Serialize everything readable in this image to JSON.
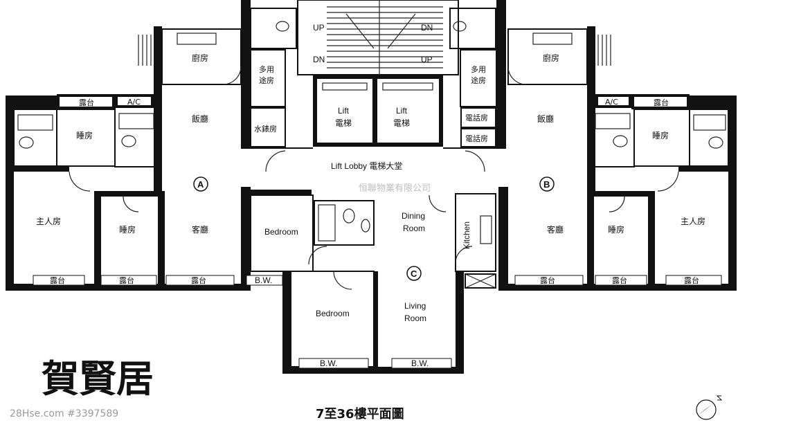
{
  "floor_plan": {
    "title": "7至36樓平面圖",
    "building_name": "賀賢居",
    "watermark_agency": "恒聯物業有限公司",
    "watermark_site": "28Hse.com #3397589",
    "units": {
      "a": "A",
      "b": "B",
      "c": "C"
    },
    "rooms": {
      "kitchen": "廚房",
      "utility": "多用途房",
      "dining": "飯廳",
      "bedroom": "睡房",
      "master": "主人房",
      "living": "客廳",
      "balcony": "露台",
      "ac": "A/C",
      "meter": "水錶房",
      "phone": "電話房",
      "lift_en": "Lift",
      "lift_zh": "電梯",
      "lobby": "Lift Lobby  電梯大堂",
      "up": "UP",
      "dn": "DN",
      "c_bedroom": "Bedroom",
      "c_dining_1": "Dining",
      "c_dining_2": "Room",
      "c_living_1": "Living",
      "c_living_2": "Room",
      "c_kitchen": "Kitchen",
      "bw": "B.W."
    }
  }
}
